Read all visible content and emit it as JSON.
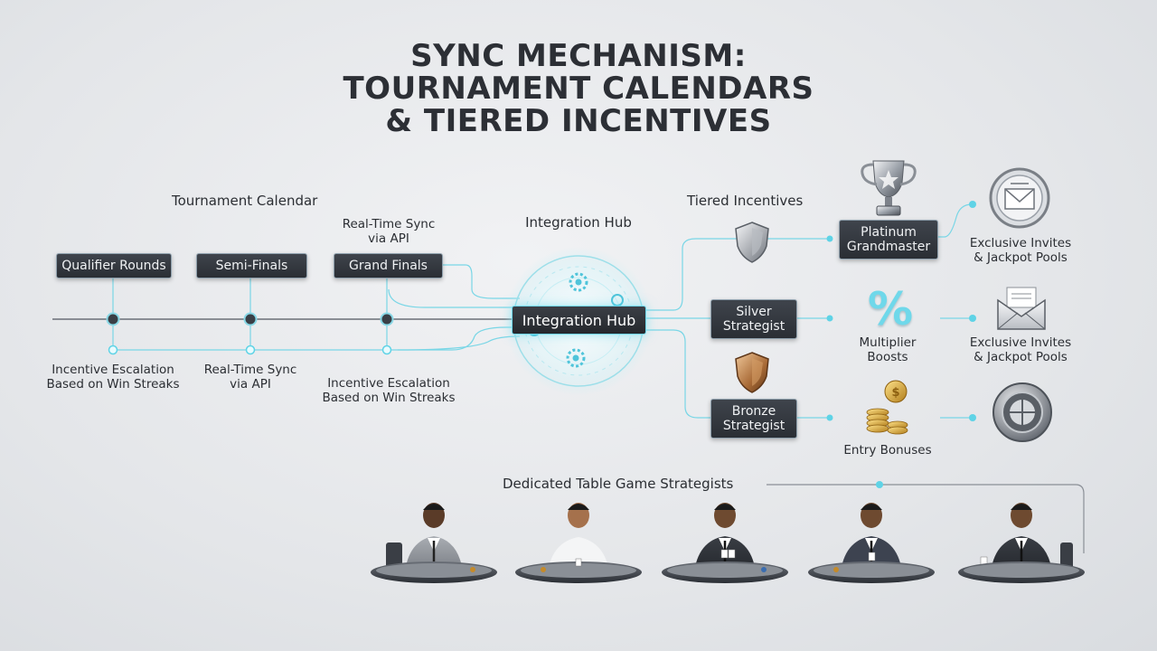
{
  "title": {
    "line1": "SYNC MECHANISM:",
    "line2": "TOURNAMENT CALENDARS",
    "line3": "& TIERED INCENTIVES"
  },
  "calendar": {
    "heading": "Tournament Calendar",
    "sync_note": "Real-Time Sync\nvia API",
    "stages": [
      "Qualifier Rounds",
      "Semi-Finals",
      "Grand Finals"
    ],
    "bottom_notes": [
      "Incentive Escalation\nBased on Win Streaks",
      "Real-Time Sync\nvia API",
      "Incentive Escalation\nBased on Win Streaks"
    ]
  },
  "hub": {
    "heading": "Integration Hub",
    "label": "Integration Hub"
  },
  "incentives": {
    "heading": "Tiered Incentives",
    "tiers": [
      "Platinum\nGrandmaster",
      "Silver\nStrategist",
      "Bronze\nStrategist"
    ],
    "rewards": [
      "Multiplier\nBoosts",
      "Entry Bonuses"
    ],
    "far_right": [
      "Exclusive Invites\n& Jackpot Pools",
      "Exclusive Invites\n& Jackpot Pools"
    ],
    "percent_symbol": "%"
  },
  "strategists": {
    "heading": "Dedicated Table Game Strategists"
  },
  "colors": {
    "accent": "#5fd3e6",
    "node_bg": "#33373e",
    "text": "#2b2e33"
  }
}
